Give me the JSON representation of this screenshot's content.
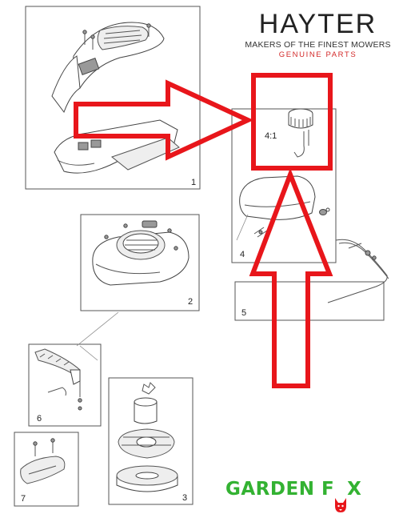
{
  "brand": {
    "name": "HAYTER",
    "tagline": "MAKERS OF THE FINEST MOWERS",
    "subtagline": "GENUINE PARTS"
  },
  "footer": {
    "brand_part1": "GARDEN F",
    "brand_part2": "X"
  },
  "panels": [
    {
      "label": "1"
    },
    {
      "label": "2"
    },
    {
      "label": "3"
    },
    {
      "label": "4"
    },
    {
      "label": "5"
    },
    {
      "label": "6"
    },
    {
      "label": "7"
    }
  ],
  "callout": {
    "scale": "4:1"
  },
  "colors": {
    "highlight": "#e8161b",
    "brand_red": "#d32a2a",
    "brand_green": "#33b232",
    "line": "#4a4a4a"
  }
}
